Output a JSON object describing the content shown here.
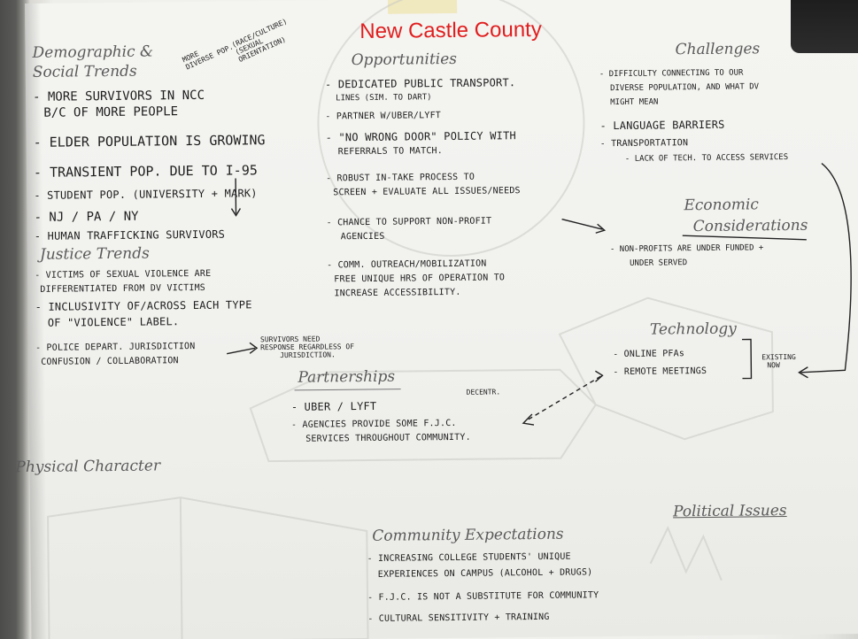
{
  "title": "New Castle County",
  "sections": {
    "demographic": {
      "heading_line1": "Demographic &",
      "heading_line2": "Social Trends",
      "note_line1": "MORE",
      "note_line2": "DIVERSE POP.",
      "note_line3": "(RACE/CULTURE)",
      "note_line4": "(SEXUAL",
      "note_line5": "ORIENTATION)",
      "items": [
        "- MORE SURVIVORS IN NCC",
        "B/C OF MORE PEOPLE",
        "- ELDER POPULATION IS GROWING",
        "- TRANSIENT POP. DUE TO I-95",
        "- STUDENT POP. (UNIVERSITY + MARK)",
        "- NJ / PA / NY",
        "- HUMAN TRAFFICKING SURVIVORS"
      ]
    },
    "justice": {
      "heading": "Justice Trends",
      "items": [
        "- VICTIMS OF SEXUAL VIOLENCE ARE",
        "DIFFERENTIATED FROM DV VICTIMS",
        "- INCLUSIVITY OF/ACROSS EACH TYPE",
        "OF \"VIOLENCE\" LABEL.",
        "- POLICE DEPART. JURISDICTION",
        "CONFUSION / COLLABORATION"
      ],
      "note_line1": "SURVIVORS NEED",
      "note_line2": "RESPONSE REGARDLESS OF",
      "note_line3": "JURISDICTION."
    },
    "opportunities": {
      "heading": "Opportunities",
      "items": [
        "- DEDICATED PUBLIC TRANSPORT.",
        "LINES (SIM. TO DART)",
        "- PARTNER W/UBER/LYFT",
        "- \"NO WRONG DOOR\" POLICY WITH",
        "REFERRALS TO MATCH.",
        "- ROBUST IN-TAKE PROCESS TO",
        "SCREEN + EVALUATE ALL ISSUES/NEEDS",
        "- CHANCE TO SUPPORT NON-PROFIT",
        "AGENCIES",
        "- COMM. OUTREACH/MOBILIZATION",
        "FREE UNIQUE HRS OF OPERATION TO",
        "INCREASE ACCESSIBILITY."
      ]
    },
    "challenges": {
      "heading": "Challenges",
      "items": [
        "- DIFFICULTY CONNECTING TO OUR",
        "DIVERSE POPULATION, AND WHAT DV",
        "MIGHT MEAN",
        "- LANGUAGE BARRIERS",
        "- TRANSPORTATION",
        "- LACK OF TECH. TO ACCESS SERVICES"
      ]
    },
    "economic": {
      "heading_line1": "Economic",
      "heading_line2": "Considerations",
      "items": [
        "- NON-PROFITS ARE UNDER FUNDED +",
        "UNDER SERVED"
      ]
    },
    "technology": {
      "heading": "Technology",
      "items": [
        "- ONLINE PFAs",
        "- REMOTE MEETINGS"
      ],
      "note_line1": "EXISTING",
      "note_line2": "NOW"
    },
    "partnerships": {
      "heading": "Partnerships",
      "note": "DECENTR.",
      "items": [
        "- UBER / LYFT",
        "- AGENCIES PROVIDE SOME F.J.C.",
        "SERVICES THROUGHOUT COMMUNITY."
      ]
    },
    "physical": {
      "heading": "Physical Character"
    },
    "political": {
      "heading": "Political Issues"
    },
    "community": {
      "heading": "Community Expectations",
      "items": [
        "- INCREASING COLLEGE STUDENTS' UNIQUE",
        "EXPERIENCES ON CAMPUS (ALCOHOL + DRUGS)",
        "- F.J.C. IS NOT A SUBSTITUTE FOR COMMUNITY",
        "- CULTURAL SENSITIVITY + TRAINING"
      ]
    }
  }
}
